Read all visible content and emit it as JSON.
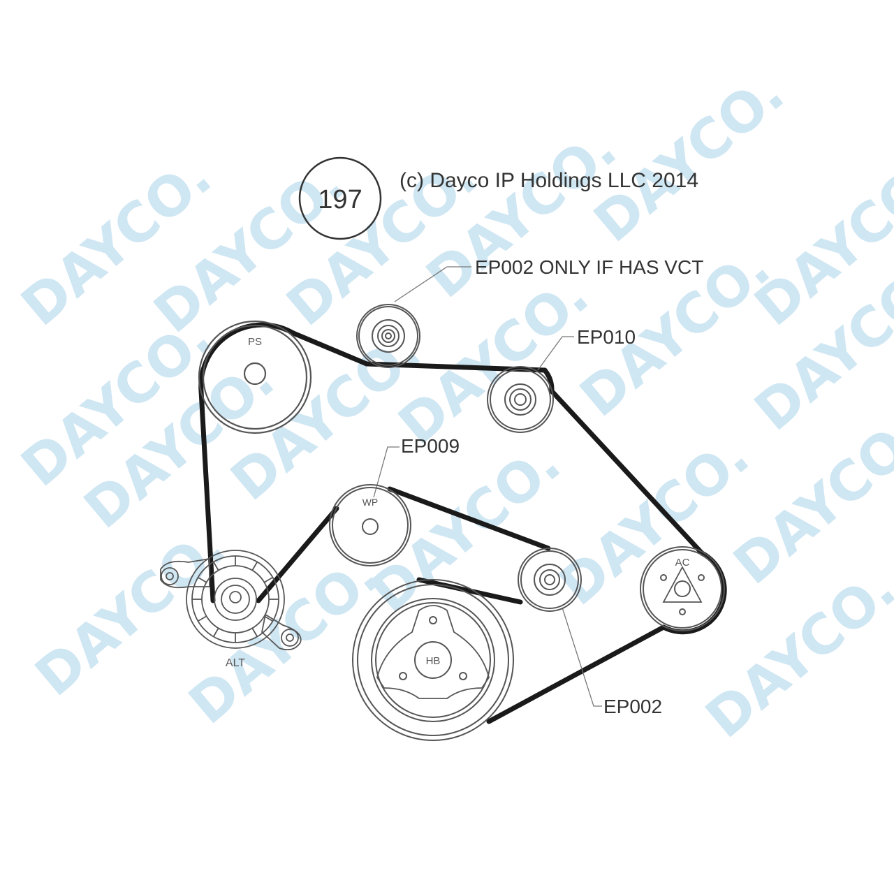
{
  "diagram": {
    "number": "197",
    "copyright": "(c) Dayco IP Holdings LLC 2014",
    "watermark": "DAYCO.",
    "colors": {
      "watermark": "#cfe6f3",
      "belt": "#1a1a1a",
      "outline": "#555555",
      "text": "#333333"
    },
    "pulleys": {
      "ps": "PS",
      "wp": "WP",
      "alt": "ALT",
      "ac": "AC",
      "hb": "HB"
    },
    "callouts": {
      "vct_note": "EP002 ONLY IF HAS VCT",
      "ep010": "EP010",
      "ep009": "EP009",
      "ep002": "EP002"
    }
  }
}
